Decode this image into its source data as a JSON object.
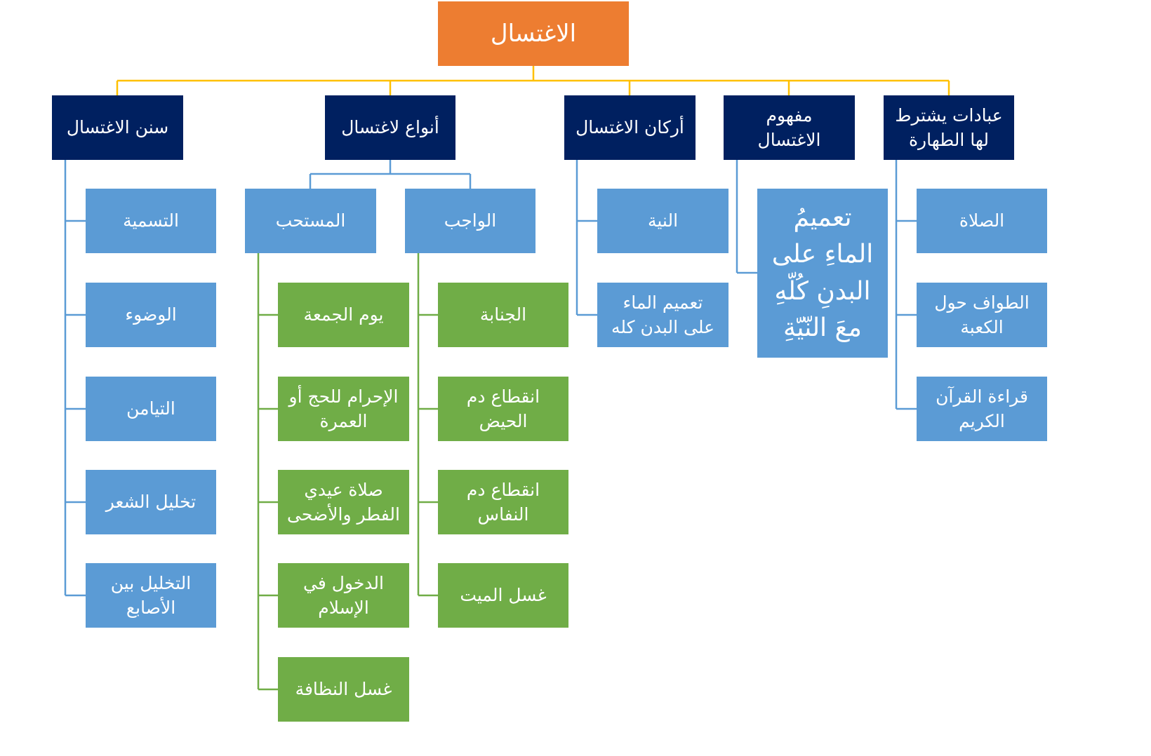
{
  "colors": {
    "root": "#ed7d31",
    "category": "#002060",
    "item": "#5b9bd5",
    "obligatory_item": "#70ad47",
    "root_connector": "#ffc000",
    "item_connector": "#5b9bd5",
    "green_connector": "#70ad47"
  },
  "root": {
    "label": "الاغتسال"
  },
  "categories": [
    {
      "label": "عبادات يشترط\nلها الطهارة",
      "items": [
        "الصلاة",
        "الطواف حول\nالكعبة",
        "قراءة القرآن\nالكريم"
      ]
    },
    {
      "label": "مفهوم\nالاغتسال",
      "items": [
        "تعميمُ\nالماءِ على\nالبدنِ كُلّهِ\nمعَ النّيّةِ"
      ]
    },
    {
      "label": "أركان الاغتسال",
      "items": [
        "النية",
        "تعميم الماء\nعلى البدن كله"
      ]
    },
    {
      "label": "أنواع لاغتسال",
      "subtypes": [
        {
          "label": "الواجب",
          "items": [
            "الجنابة",
            "انقطاع دم\nالحيض",
            "انقطاع دم\nالنفاس",
            "غسل الميت"
          ]
        },
        {
          "label": "المستحب",
          "items": [
            "يوم الجمعة",
            "الإحرام للحج أو\nالعمرة",
            "صلاة عيدي\nالفطر والأضحى",
            "الدخول في\nالإسلام",
            "غسل النظافة"
          ]
        }
      ]
    },
    {
      "label": "سنن الاغتسال",
      "items": [
        "التسمية",
        "الوضوء",
        "التيامن",
        "تخليل الشعر",
        "التخليل بين\nالأصابع"
      ]
    }
  ]
}
